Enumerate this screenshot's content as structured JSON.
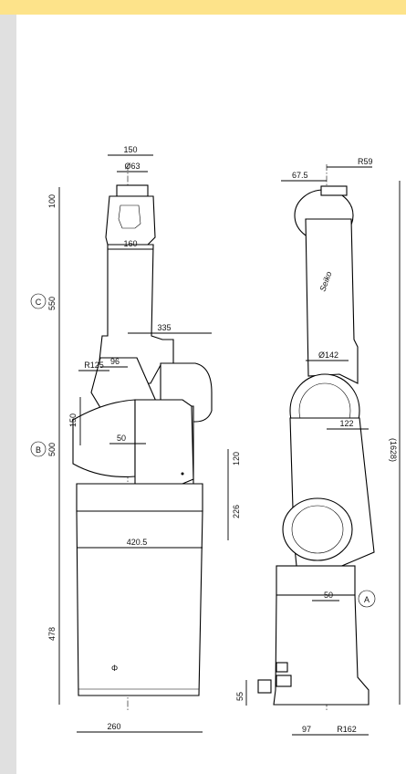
{
  "colors": {
    "top_bar": "#fde38a",
    "left_bar": "#e0e0e0"
  },
  "front_view": {
    "dims": {
      "flange_width": "150",
      "flange_dia": "Ø63",
      "wrist_height": "100",
      "wrist_width": "160",
      "upper_arm_length": "550",
      "elbow_reach": "335",
      "offset_96": "96",
      "wrist_offset": "150",
      "lower_arm_length": "500",
      "offset_50": "50",
      "shoulder_radius": "R125",
      "shoulder_offset": "120",
      "base_height_226": "226",
      "reach_420": "420.5",
      "base_height_478": "478",
      "base_width": "260"
    },
    "axis_labels": {
      "c": "C",
      "b": "B"
    }
  },
  "side_view": {
    "dims": {
      "offset_67": "67.5",
      "radius_59": "R59",
      "upper_dia": "Ø142",
      "total_height": "(1628)",
      "elbow_122": "122",
      "offset_50": "50",
      "foot_height": "55",
      "foot_97": "97",
      "radius_162": "R162"
    },
    "axis_labels": {
      "a": "A"
    },
    "brand_text": "Seiko"
  }
}
